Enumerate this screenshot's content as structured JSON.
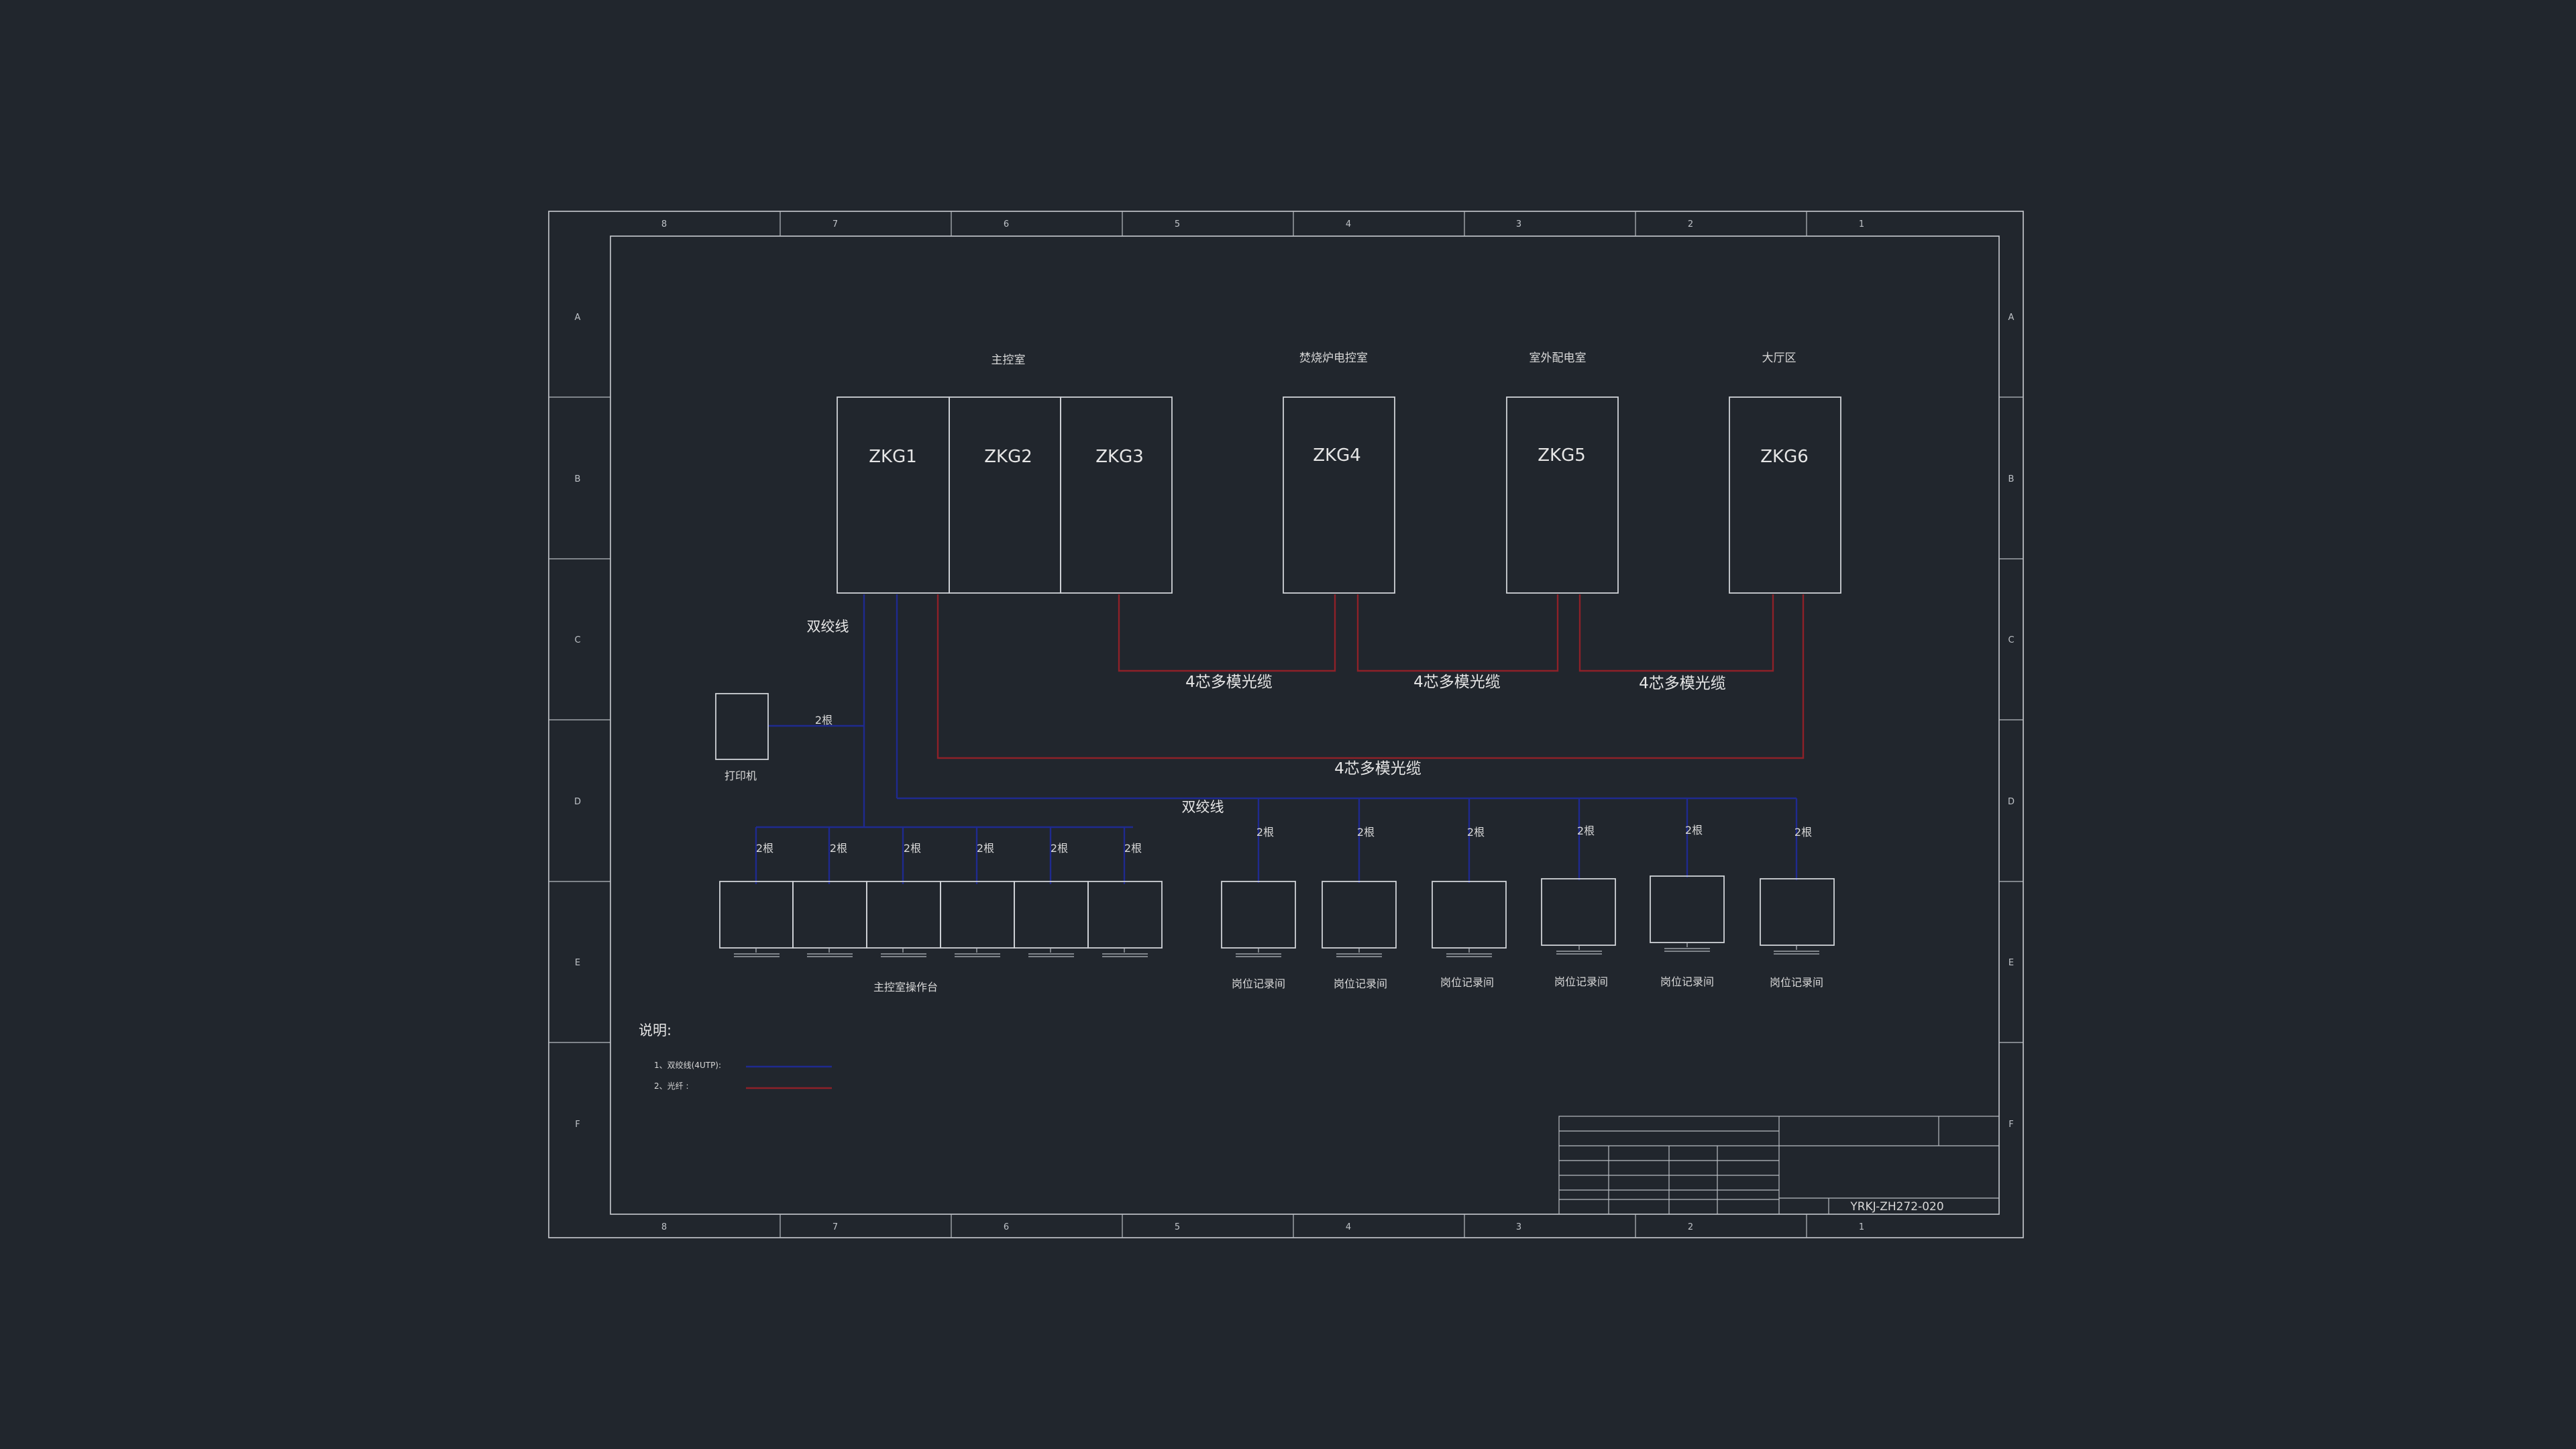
{
  "frame": {
    "col_labels": [
      "8",
      "7",
      "6",
      "5",
      "4",
      "3",
      "2",
      "1"
    ],
    "row_labels": [
      "A",
      "B",
      "C",
      "D",
      "E",
      "F"
    ]
  },
  "rooms": {
    "main_control": "主控室",
    "incinerator_control": "焚烧炉电控室",
    "outdoor_distribution": "室外配电室",
    "hall": "大厅区"
  },
  "cabinets": [
    "ZKG1",
    "ZKG2",
    "ZKG3",
    "ZKG4",
    "ZKG5",
    "ZKG6"
  ],
  "cables": {
    "twisted_pair_1": "双绞线",
    "twisted_pair_2": "双绞线",
    "fiber_a": "4芯多模光缆",
    "fiber_b": "4芯多模光缆",
    "fiber_c": "4芯多模光缆",
    "fiber_d": "4芯多模光缆"
  },
  "printer": {
    "label": "打印机",
    "qty": "2根"
  },
  "main_console": {
    "label": "主控室操作台",
    "qty": [
      "2根",
      "2根",
      "2根",
      "2根",
      "2根",
      "2根"
    ]
  },
  "posts": {
    "label": [
      "岗位记录间",
      "岗位记录间",
      "岗位记录间",
      "岗位记录间",
      "岗位记录间",
      "岗位记录间"
    ],
    "qty": [
      "2根",
      "2根",
      "2根",
      "2根",
      "2根",
      "2根"
    ]
  },
  "notes": {
    "title": "说明:",
    "item1": "1、双绞线(4UTP):",
    "item2": "2、光纤  :"
  },
  "title_block": {
    "drawing_no": "YRKJ-ZH272-020"
  },
  "colors": {
    "background": "#21262d",
    "line": "#c9ccd1",
    "twisted_pair": "#1f2a8f",
    "fiber": "#8e2128"
  }
}
